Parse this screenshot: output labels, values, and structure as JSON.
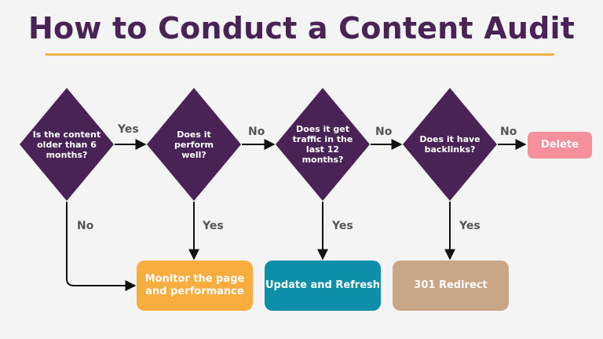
{
  "title": "How to Conduct a Content Audit",
  "decisions": {
    "q1": "Is the content older than 6 months?",
    "q2": "Does it perform well?",
    "q3": "Does it get traffic in the last 12 months?",
    "q4": "Does it have backlinks?"
  },
  "edges": {
    "q1_to_q2": "Yes",
    "q2_to_q3": "No",
    "q3_to_q4": "No",
    "q4_to_delete": "No",
    "q1_down": "No",
    "q2_down": "Yes",
    "q3_down": "Yes",
    "q4_down": "Yes"
  },
  "outcomes": {
    "delete": "Delete",
    "monitor": "Monitor the page and performance",
    "update": "Update and Refresh",
    "redirect": "301 Redirect"
  },
  "colors": {
    "diamond": "#4a2356",
    "delete": "#f6909a",
    "monitor": "#f9ad3e",
    "update": "#0e8ea8",
    "redirect": "#c9a688",
    "accent": "#f0b24a"
  }
}
